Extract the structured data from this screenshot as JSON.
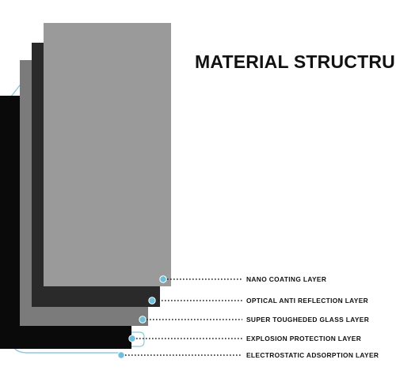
{
  "title": "MATERIAL STRUCTRUE",
  "colors": {
    "layer_nano": "#9a9a9a",
    "layer_optical": "#2a2a2a",
    "layer_glass": "#7b7b7b",
    "layer_explosion": "#0a0a0a",
    "accent_outline": "#8fc8de",
    "dot": "#6dbfdb",
    "leader_line": "#1a1a1a",
    "text": "#111111",
    "background": "#ffffff"
  },
  "layers": [
    {
      "id": "nano",
      "label": "NANO COATING LAYER"
    },
    {
      "id": "optical",
      "label": "OPTICAL ANTI REFLECTION LAYER"
    },
    {
      "id": "glass",
      "label": "SUPER TOUGHEDED GLASS LAYER"
    },
    {
      "id": "explosion",
      "label": "EXPLOSION PROTECTION LAYER"
    },
    {
      "id": "electrostatic",
      "label": "ELECTROSTATIC ADSORPTION LAYER"
    }
  ]
}
